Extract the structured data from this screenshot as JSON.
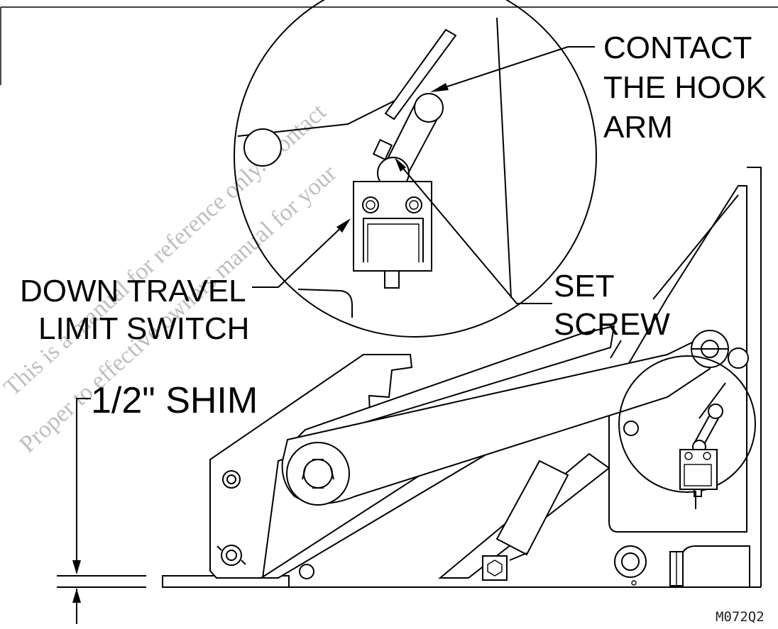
{
  "labels": {
    "contact": [
      "CONTACT",
      "THE HOOK",
      "ARM"
    ],
    "down_travel": [
      "DOWN TRAVEL",
      "LIMIT SWITCH"
    ],
    "set_screw": [
      "SET",
      "SCREW"
    ],
    "shim": "1/2\" SHIM",
    "figure_code": "M072Q2"
  },
  "watermark": {
    "line1": "This is a manual for reference only. Contact",
    "line2": "Proper to effective owners manual for your"
  }
}
